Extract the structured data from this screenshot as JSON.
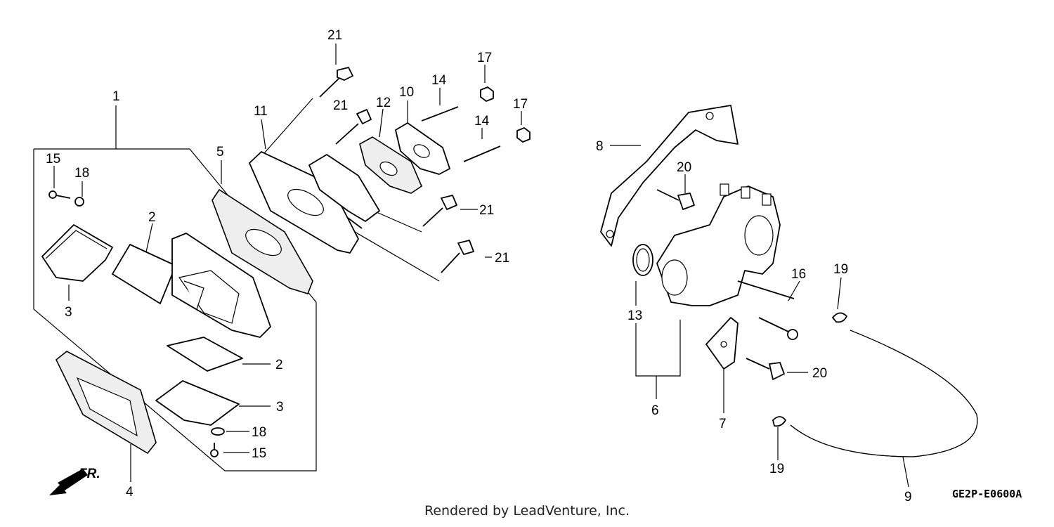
{
  "diagram": {
    "code": "GE2P-E0600A",
    "front_label": "FR.",
    "callouts": [
      {
        "id": "c1",
        "text": "1"
      },
      {
        "id": "c2a",
        "text": "2"
      },
      {
        "id": "c2b",
        "text": "2"
      },
      {
        "id": "c3a",
        "text": "3"
      },
      {
        "id": "c3b",
        "text": "3"
      },
      {
        "id": "c4",
        "text": "4"
      },
      {
        "id": "c5",
        "text": "5"
      },
      {
        "id": "c6",
        "text": "6"
      },
      {
        "id": "c7",
        "text": "7"
      },
      {
        "id": "c8",
        "text": "8"
      },
      {
        "id": "c9",
        "text": "9"
      },
      {
        "id": "c10",
        "text": "10"
      },
      {
        "id": "c11",
        "text": "11"
      },
      {
        "id": "c12",
        "text": "12"
      },
      {
        "id": "c13",
        "text": "13"
      },
      {
        "id": "c14a",
        "text": "14"
      },
      {
        "id": "c14b",
        "text": "14"
      },
      {
        "id": "c15a",
        "text": "15"
      },
      {
        "id": "c15b",
        "text": "15"
      },
      {
        "id": "c16",
        "text": "16"
      },
      {
        "id": "c17a",
        "text": "17"
      },
      {
        "id": "c17b",
        "text": "17"
      },
      {
        "id": "c18a",
        "text": "18"
      },
      {
        "id": "c18b",
        "text": "18"
      },
      {
        "id": "c19a",
        "text": "19"
      },
      {
        "id": "c19b",
        "text": "19"
      },
      {
        "id": "c20a",
        "text": "20"
      },
      {
        "id": "c20b",
        "text": "20"
      },
      {
        "id": "c21a",
        "text": "21"
      },
      {
        "id": "c21b",
        "text": "21"
      },
      {
        "id": "c21c",
        "text": "21"
      },
      {
        "id": "c21d",
        "text": "21"
      }
    ]
  },
  "footer": {
    "text": "Rendered by LeadVenture, Inc."
  }
}
